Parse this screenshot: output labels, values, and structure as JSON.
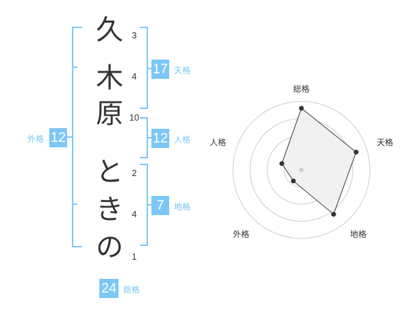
{
  "name": {
    "characters": [
      {
        "char": "久",
        "strokes": "3"
      },
      {
        "char": "木",
        "strokes": "4"
      },
      {
        "char": "原",
        "strokes": "10"
      },
      {
        "char": "と",
        "strokes": "2"
      },
      {
        "char": "き",
        "strokes": "4"
      },
      {
        "char": "の",
        "strokes": "1"
      }
    ]
  },
  "fortune": {
    "tenkaku": {
      "value": "17",
      "label": "天格"
    },
    "jinkaku": {
      "value": "12",
      "label": "人格"
    },
    "chikaku": {
      "value": "7",
      "label": "地格"
    },
    "gaikaku": {
      "value": "12",
      "label": "外格"
    },
    "soukaku": {
      "value": "24",
      "label": "総格"
    }
  },
  "colors": {
    "accent": "#7cc7f5",
    "text": "#333333",
    "radar_fill": "#f0f0f0",
    "radar_grid": "#cccccc"
  },
  "chart_data": {
    "type": "radar",
    "axes": [
      "総格",
      "天格",
      "地格",
      "外格",
      "人格"
    ],
    "values": [
      0.9,
      0.84,
      0.8,
      0.2,
      0.3
    ],
    "rings": 4
  }
}
